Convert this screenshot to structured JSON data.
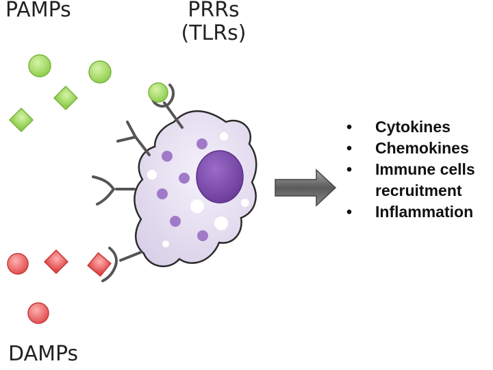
{
  "labels": {
    "pamps": "PAMPs",
    "prrs_line1": "PRRs",
    "prrs_line2": "(TLRs)",
    "damps": "DAMPs"
  },
  "outcomes": [
    {
      "text": "Cytokines"
    },
    {
      "text": "Chemokines"
    },
    {
      "text": "Immune cells",
      "continuation": "recruitment"
    },
    {
      "text": "Inflammation"
    }
  ],
  "colors": {
    "pamp_fill": "#a8dc6c",
    "damp_fill": "#ef6a6a",
    "cell_fill": "#e8e2f2",
    "granule": "#9a6ac0",
    "nucleus": "#7a4aa8",
    "receptor": "#555555",
    "arrow": "#6f6f6f"
  },
  "icons": {
    "bullet": "•"
  }
}
